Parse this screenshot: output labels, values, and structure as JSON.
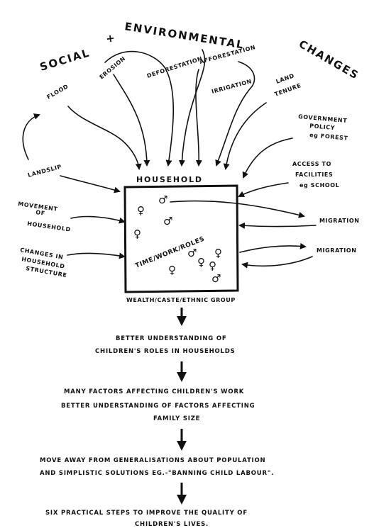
{
  "title": {
    "social": "SOCIAL",
    "plus": "+",
    "environmental": "ENVIRONMENTAL",
    "changes": "CHANGES"
  },
  "factors": {
    "flood": "FLOOD",
    "erosion": "EROSION",
    "deforestation": "DEFORESTATION",
    "afforestation": "AFFORESTATION",
    "irrigation": "IRRIGATION",
    "land_tenure_1": "LAND",
    "land_tenure_2": "TENURE",
    "government_1": "GOVERNMENT",
    "government_2": "POLICY",
    "government_3": "eg FOREST",
    "landslip": "LANDSLIP",
    "access_1": "ACCESS TO",
    "access_2": "FACILITIES",
    "access_3": "eg SCHOOL",
    "movement_1": "MOVEMENT",
    "movement_2": "OF",
    "movement_3": "HOUSEHOLD",
    "changes_1": "CHANGES IN",
    "changes_2": "HOUSEHOLD",
    "changes_3": "STRUCTURE"
  },
  "household": {
    "title": "HOUSEHOLD",
    "inner_label": "TIME/WORK/ROLES",
    "footer": "WEALTH/CASTE/ETHNIC GROUP",
    "female_symbol": "♀",
    "male_symbol": "♂"
  },
  "migration": {
    "top": "MIGRATION",
    "bottom": "MIGRATION"
  },
  "steps": {
    "s1_line1": "BETTER UNDERSTANDING OF",
    "s1_line2": "CHILDREN'S ROLES IN HOUSEHOLDS",
    "s2_line1": "MANY FACTORS AFFECTING CHILDREN'S WORK",
    "s2_line2": "BETTER UNDERSTANDING OF FACTORS AFFECTING",
    "s2_line3": "FAMILY SIZE",
    "s3_line1": "MOVE AWAY FROM GENERALISATIONS ABOUT POPULATION",
    "s3_line2": "AND SIMPLISTIC SOLUTIONS  EG.-\"BANNING CHILD LABOUR\".",
    "s4_line1": "SIX PRACTICAL STEPS TO IMPROVE THE QUALITY OF",
    "s4_line2": "CHILDREN'S LIVES."
  }
}
